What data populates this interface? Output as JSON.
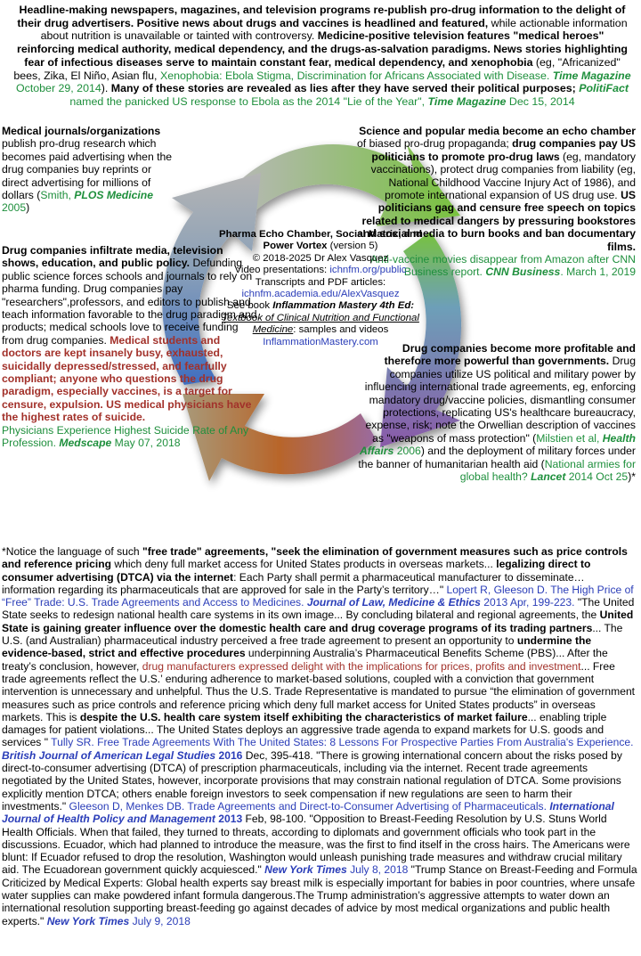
{
  "top": {
    "s1": "Headline-making newspapers, magazines, and television programs re-publish pro-drug information to the delight of their drug advertisers. Positive news about drugs and vaccines is headlined and featured,",
    "s2": " while actionable information about nutrition is unavailable or tainted with controversy. ",
    "s3": "Medicine-positive television features \"medical heroes\" reinforcing medical authority, medical dependency, and the drugs-as-salvation paradigms. News stories highlighting fear of infectious diseases serve to maintain constant fear, medical dependency, and xenophobia",
    "s4": " (eg, \"Africanized\" bees, Zika, El Niño, Asian flu, ",
    "s5": "Xenophobia: Ebola Stigma, Discrimination for Africans Associated with Disease. ",
    "s6": "Time Magazine",
    "s7": " October 29, 2014",
    "s8": "). ",
    "s9": "Many of these stories are revealed as lies after they have served their political purposes; ",
    "s10": "PolitiFact",
    "s11": " named the panicked US response to Ebola as the 2014 \"Lie of the Year\", ",
    "s12": "Time Magazine",
    "s13": "  Dec 15, 2014"
  },
  "left1": {
    "s1": "Medical journals/organizations",
    "s2": " publish pro-drug research which becomes paid advertising when the drug companies buy reprints or direct advertising for millions of dollars (",
    "s3": "Smith, ",
    "s4": "PLOS Medicine",
    "s5": " 2005",
    "s6": ")"
  },
  "left2": {
    "s1": "Drug companies infiltrate media, television shows, education, and public policy.",
    "s2": " Defunding public science forces schools and journals to rely on pharma funding. Drug companies pay \"researchers\",professors, and editors to publish and teach information favorable to the drug paradigm and products; medical schools love to receive funding from drug companies. ",
    "s3": "Medical students and doctors are kept insanely busy, exhausted, suicidally depressed/stressed, and fearfully compliant; anyone who questions the drug paradigm, especially vaccines, is a target for censure, expulsion. US medical physicians have the highest rates of suicide.",
    "s4": "Physicians Experience Highest Suicide Rate of Any Profession. ",
    "s5": "Medscape",
    "s6": " May 07, 2018"
  },
  "right1": {
    "s1": "Science and popular media become an echo chamber",
    "s2": " of biased pro-drug propaganda; ",
    "s3": "drug companies pay US politicians to promote pro-drug laws",
    "s4": " (eg, mandatory vaccinations), protect drug companies from liability (eg, National Childhood Vaccine Injury Act of 1986), and promote international expansion of US drug use. ",
    "s5": "US politicians gag and censure free speech on topics related to medical dangers by pressuring bookstores and social media to burn books and ban documentary films.",
    "s6": "Anti-vaccine movies disappear from Amazon after CNN Business report. ",
    "s7": "CNN Business",
    "s8": ". March 1, 2019"
  },
  "right2": {
    "s1": "Drug companies become more profitable and therefore more powerful than governments.",
    "s2": " Drug companies utilize US political and military power by influencing international trade agreements, eg, enforcing mandatory drug/vaccine policies, dismantling consumer protections, replicating US's healthcare bureaucracy, expense, risk; note the Orwellian description of vaccines as \"weapons of mass protection\" (",
    "s3": "Milstien et al, ",
    "s4": "Health Affairs",
    "s5": " 2006",
    "s6": ") and the deployment of military forces under the banner of humanitarian health aid (",
    "s7": "National armies for global health? ",
    "s8": "Lancet",
    "s9": " 2014 Oct 25",
    "s10": ")*"
  },
  "center": {
    "title": "Pharma Echo Chamber, Social Matrix, and Power Vortex",
    "version": " (version 5)",
    "copyright": "© 2018-2025 Dr Alex Vasquez",
    "video_label": "Video presentations: ",
    "video_link": "ichnfm.org/public",
    "transcripts": "Transcripts and PDF articles:",
    "academia": "ichnfm.academia.edu/AlexVasquez",
    "see_book": "See book ",
    "book_title": "Inflammation Mastery 4th Ed:",
    "book_sub": "Textbook of Clinical Nutrition and Functional Medicine",
    "book_tail": ": samples and videos",
    "site": "InflammationMastery.com"
  },
  "bottom": {
    "p1": "*Notice the language of such ",
    "p2": "\"free trade\" agreements, \"seek the elimination of government measures such as price controls and reference pricing",
    "p3": " which deny full market access for United States products in overseas markets... ",
    "p4": "legalizing direct to consumer advertising (DTCA) via the internet",
    "p5": ": Each Party shall permit a pharmaceutical manufacturer to disseminate… information regarding its pharmaceuticals that are approved for sale in the Party’s territory…\" ",
    "p6": "Lopert R, Gleeson D. The High Price of “Free” Trade: U.S. Trade Agreements and Access to Medicines. ",
    "p7": "Journal of Law, Medicine & Ethics",
    "p8": " 2013 Apr, 199-223. ",
    "p9": "\"The United State seeks to redesign national health care systems in its own image... By concluding bilateral and regional agreements, the ",
    "p10": "United State is gaining greater influence over the domestic health care and drug coverage programs of its trading partners",
    "p11": "... The U.S. (and Australian) pharmaceutical industry perceived a free trade agreement to present an opportunity to ",
    "p12": "undermine the evidence-based, strict and effective procedures",
    "p13": " underpinning Australia’s Pharmaceutical Benefits Scheme (PBS)... After the treaty’s conclusion, however, ",
    "p14": "drug manufacturers expressed delight with the implications for prices, profits and investment",
    "p15": "... Free trade agreements reflect the U.S.’ enduring adherence to market-based solutions, coupled with a conviction that government intervention is unnecessary and unhelpful. Thus the U.S. Trade Representative is mandated to pursue “the elimination of government measures such as price controls and reference pricing which deny full market access for United States products” in overseas markets. This is ",
    "p16": "despite the U.S. health care system itself exhibiting the characteristics of market failure",
    "p17": "... enabling triple damages for patient violations... The United States deploys an aggressive trade agenda to expand markets for U.S. goods and services \" ",
    "p18": "Tully SR. Free Trade Agreements With The United States: 8 Lessons For Prospective Parties From Australia's Experience. ",
    "p19": "British Journal of American Legal Studies",
    "p20": " 2016",
    "p21": " Dec, 395-418. ",
    "p22": "\"There is growing international concern about the risks posed by direct-to-consumer advertising (DTCA) of prescription pharmaceuticals, including via the internet. Recent trade agreements negotiated by the United States, however, incorporate provisions that may constrain national regulation of DTCA. Some provisions explicitly mention DTCA; others enable foreign investors to seek compensation if new regulations are seen to harm their investments.\" ",
    "p23": "Gleeson  D,  Menkes DB. Trade Agreements and Direct-to-Consumer Advertising of Pharmaceuticals. ",
    "p24": "International Journal of Health Policy and Management",
    "p25": " 2013",
    "p26": " Feb, 98-100. ",
    "p27": "\"Opposition to Breast-Feeding Resolution by U.S. Stuns World Health Officials. When that failed, they turned to threats, according to diplomats and government officials who took part in the discussions. Ecuador, which had planned to introduce the measure, was the first to find itself in the cross hairs. The Americans were blunt: If Ecuador refused to drop the resolution, Washington would unleash punishing trade measures and withdraw crucial military aid. The Ecuadorean government quickly acquiesced.\" ",
    "p28": "New York Times",
    "p29": " July 8, 2018",
    "p30": " \"Trump Stance on Breast-Feeding and Formula Criticized by Medical Experts: Global health experts say breast milk is especially important for babies in poor countries, where unsafe water supplies can make powdered infant formula dangerous.The Trump administration’s aggressive attempts to water down an international resolution supporting breast-feeding go against decades of advice by most medical organizations and public health experts.\" ",
    "p31": "New York Times",
    "p32": " July 9, 2018"
  },
  "colors": {
    "citation_green": "#1e8f3c",
    "citation_navy": "#2a3db8",
    "warning_maroon": "#a2312a",
    "arrow_green": "#79c242",
    "arrow_purple": "#8a5aa8",
    "arrow_orange": "#b8652a",
    "arrow_blue": "#4a6fb8",
    "arrow_gray": "#b4b4b4"
  }
}
